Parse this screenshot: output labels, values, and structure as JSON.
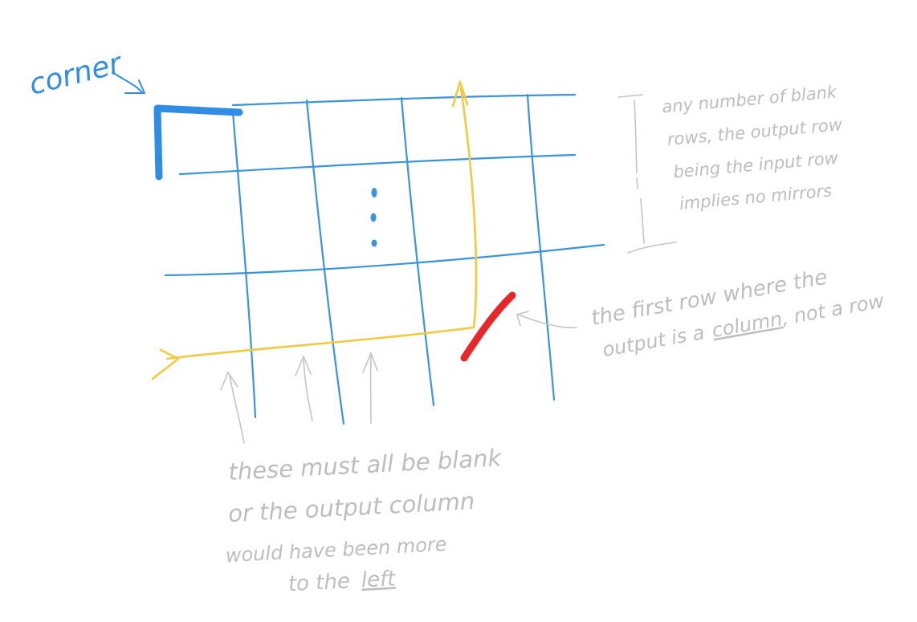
{
  "labels": {
    "corner": "corner",
    "right_note": [
      "any number of blank",
      "rows, the output row",
      "being the input row",
      "implies no mirrors"
    ],
    "first_row_note": {
      "line1": "the first row where the",
      "line2_pre": "output is a",
      "line2_emph": "column",
      "line2_post": ", not a row"
    },
    "bottom_note": {
      "line1": "these must all be blank",
      "line2": "or the output column",
      "line3": "would have been more",
      "line4_pre": "to the",
      "line4_emph": "left"
    }
  },
  "colors": {
    "grid": "#3a93de",
    "corner_mark": "#2f8de4",
    "path": "#f3c93e",
    "mirror": "#e8272a",
    "annotation": "#c4c4c4"
  }
}
